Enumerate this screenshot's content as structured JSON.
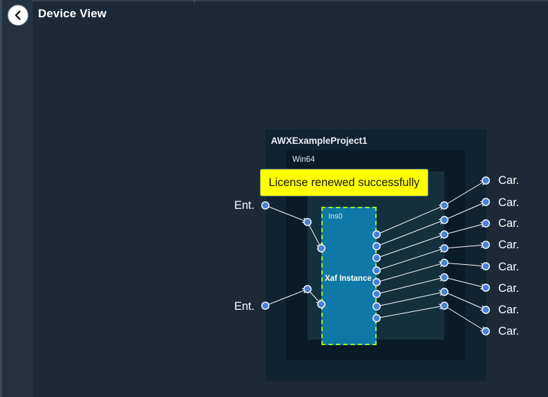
{
  "header": {
    "title": "Device View",
    "back_icon": "chevron-left-icon"
  },
  "project": {
    "name": "AWXExampleProject1",
    "platform": "Win64",
    "instance": {
      "id": "Ins0",
      "title": "Xaf Instance"
    }
  },
  "notification": {
    "text": "License renewed successfully",
    "color": "#ffff00"
  },
  "endpoints": {
    "inputs": [
      "Ent.",
      "Ent."
    ],
    "outputs": [
      "Car.",
      "Car.",
      "Car.",
      "Car.",
      "Car.",
      "Car.",
      "Car.",
      "Car."
    ]
  },
  "colors": {
    "background": "#1c2a37",
    "instance_fill": "#0f78a6",
    "instance_border": "#a5f032",
    "port": "#4a7fd4"
  }
}
